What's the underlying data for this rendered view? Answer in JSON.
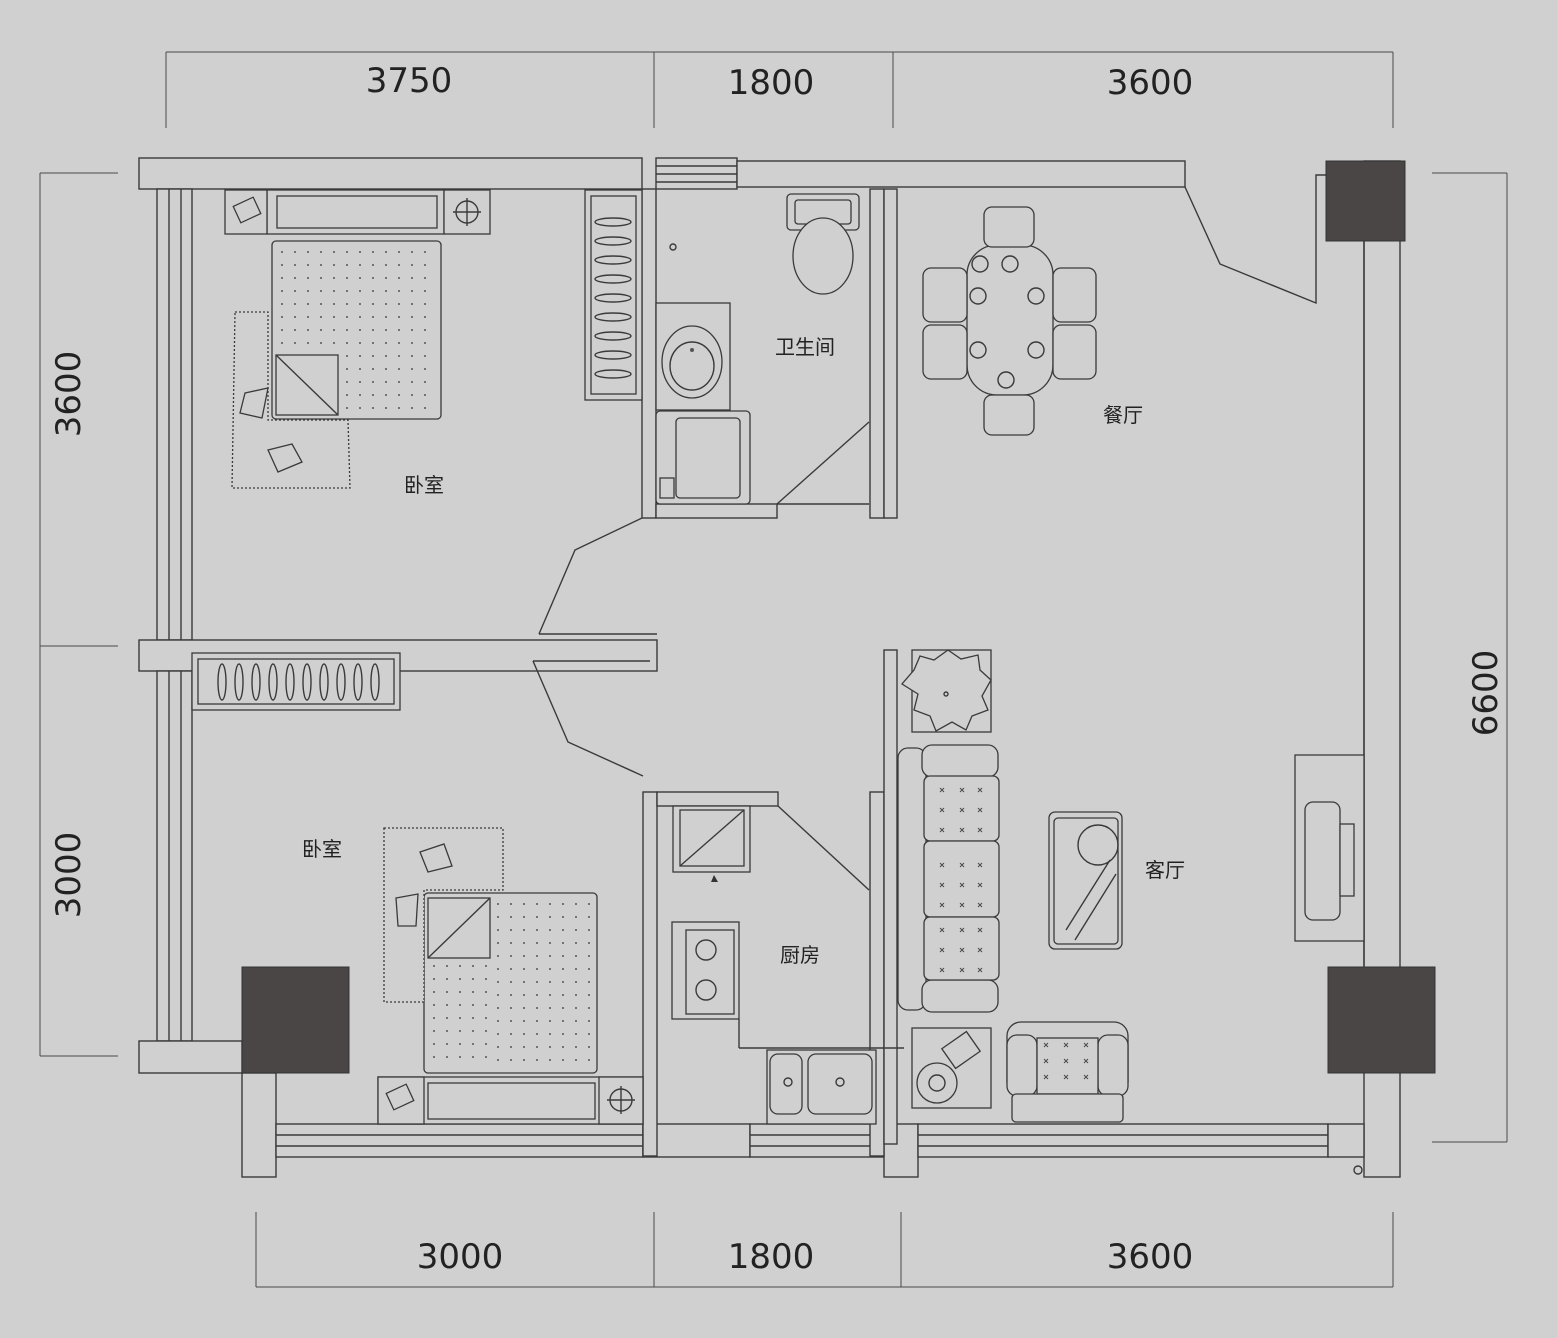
{
  "dimensions": {
    "top": [
      "3750",
      "1800",
      "3600"
    ],
    "bottom": [
      "3000",
      "1800",
      "3600"
    ],
    "left": [
      "3600",
      "3000"
    ],
    "right": [
      "6600"
    ]
  },
  "rooms": {
    "bedroom_top": "卧室",
    "bathroom": "卫生间",
    "dining": "餐厅",
    "bedroom_bottom": "卧室",
    "kitchen": "厨房",
    "living": "客厅"
  },
  "colors": {
    "background": "#d0d0d0",
    "line": "#3a3a3a",
    "column": "#4a4646"
  }
}
